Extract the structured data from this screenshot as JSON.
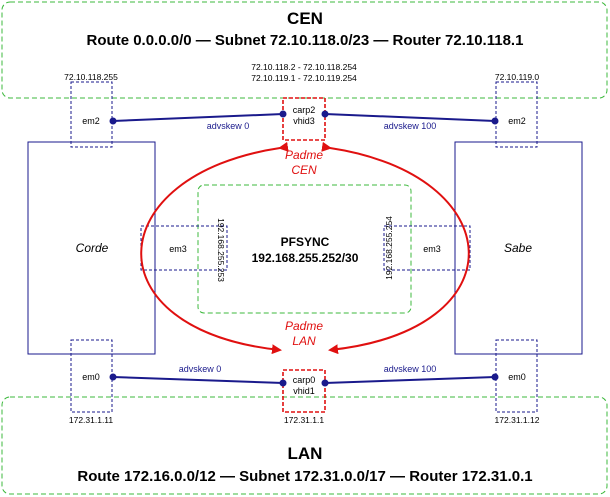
{
  "colors": {
    "network_border": "#3cb83c",
    "host_border": "#1a1a8c",
    "link_line": "#1a1a8c",
    "carp_border": "#e01010",
    "padme": "#e01010"
  },
  "cen": {
    "title": "CEN",
    "route_line": "Route 0.0.0.0/0 — Subnet 72.10.118.0/23 — Router 72.10.118.1",
    "carp_ip_1": "72.10.118.2 - 72.10.118.254",
    "carp_ip_2": "72.10.119.1 - 72.10.119.254",
    "left_ip": "72.10.118.255",
    "right_ip": "72.10.119.0",
    "carp_name": "carp2",
    "carp_vhid": "vhid3",
    "left_iface": "em2",
    "right_iface": "em2",
    "left_link": "advskew 0",
    "right_link": "advskew 100",
    "padme_1": "Padme",
    "padme_2": "CEN"
  },
  "lan": {
    "title": "LAN",
    "route_line": "Route 172.16.0.0/12 — Subnet 172.31.0.0/17 — Router 172.31.0.1",
    "left_ip": "172.31.1.11",
    "carp_ip": "172.31.1.1",
    "right_ip": "172.31.1.12",
    "carp_name": "carp0",
    "carp_vhid": "vhid1",
    "left_iface": "em0",
    "right_iface": "em0",
    "left_link": "advskew 0",
    "right_link": "advskew 100",
    "padme_1": "Padme",
    "padme_2": "LAN"
  },
  "pfsync": {
    "title": "PFSYNC",
    "subnet": "192.168.255.252/30",
    "left_ip": "192.168.255.253",
    "right_ip": "192.168.255.254",
    "left_iface": "em3",
    "right_iface": "em3"
  },
  "hosts": {
    "left": "Corde",
    "right": "Sabe"
  }
}
